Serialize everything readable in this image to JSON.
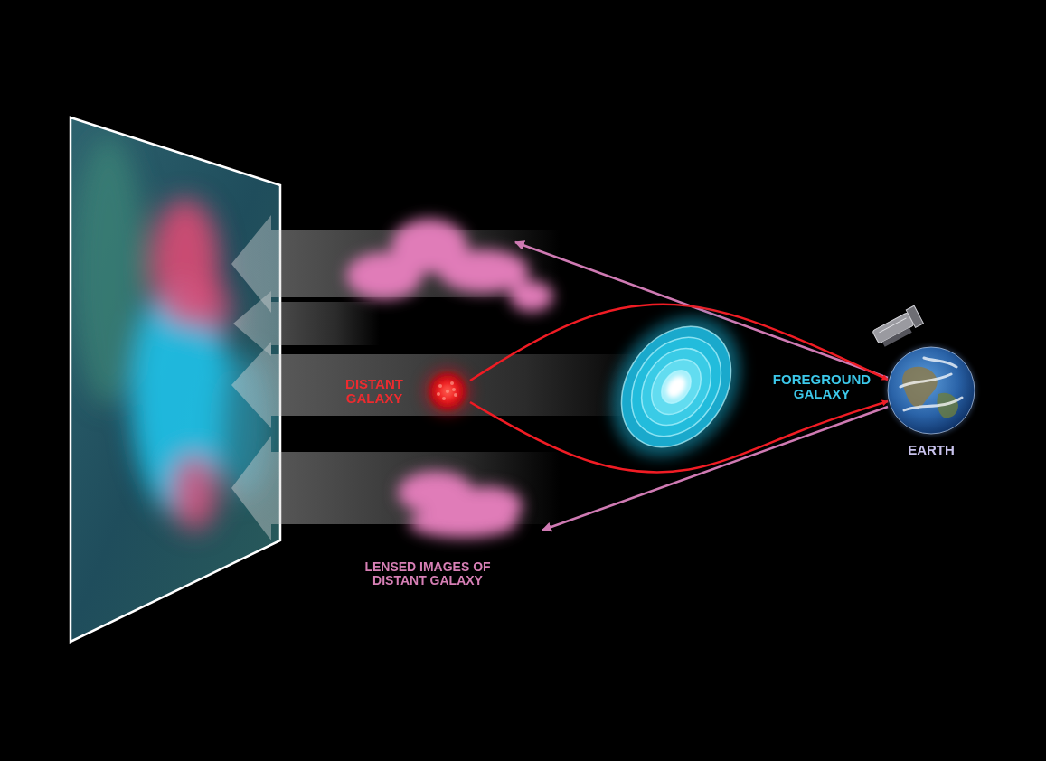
{
  "diagram": {
    "nodes": [
      {
        "text": [
          "DISTANT GALAXY"
        ]
      },
      {
        "text": [
          "FOREGROUND GALAXY"
        ]
      },
      {
        "text": [
          "EARTH"
        ]
      },
      {
        "text": [
          "LENSED IMAGES OF DISTANT GALAXY"
        ]
      }
    ],
    "edges": [
      {
        "from": 0,
        "to": 2,
        "arrow": "to"
      },
      {
        "from": 0,
        "to": 2,
        "arrow": "to"
      },
      {
        "from": 2,
        "to": 3,
        "arrow": "to"
      }
    ]
  }
}
